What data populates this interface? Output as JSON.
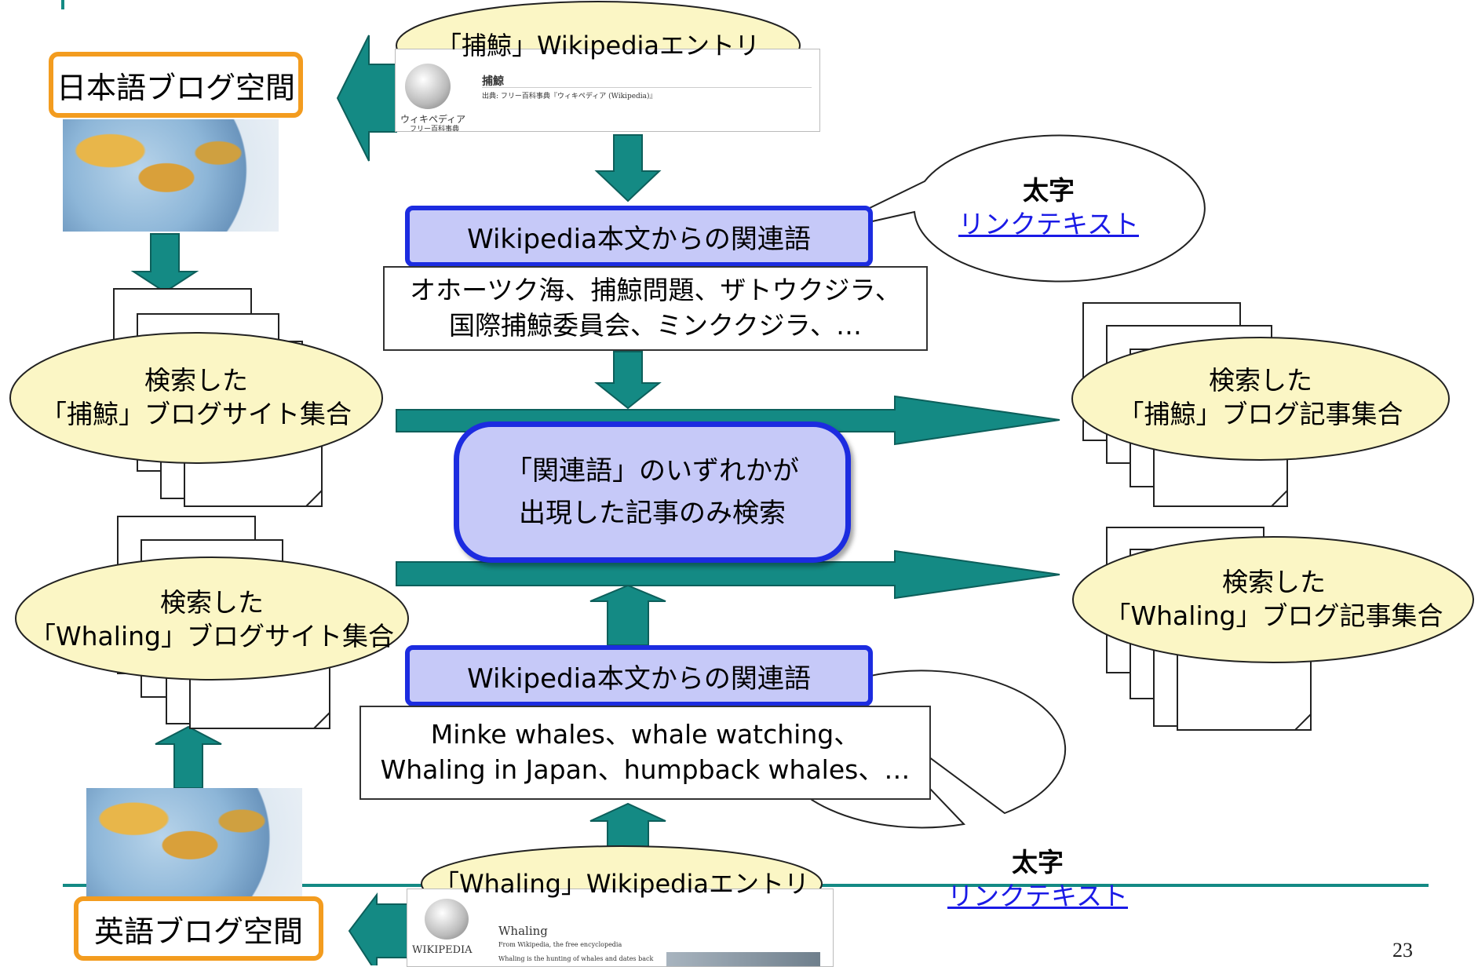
{
  "slide": {
    "page_number": "23"
  },
  "top": {
    "entry_label": "「捕鯨」Wikipediaエントリ",
    "space_label": "日本語ブログ空間",
    "wiki_title": "捕鯨",
    "wiki_source": "出典: フリー百科事典『ウィキペディア (Wikipedia)』",
    "wiki_logo_text": "ウィキペディア",
    "wiki_logo_sub": "フリー百科事典",
    "related_label": "Wikipedia本文からの関連語",
    "related_terms_line1": "オホーツク海、捕鯨問題、ザトウクジラ、",
    "related_terms_line2": "国際捕鯨委員会、ミンククジラ、…",
    "sites_label_line1": "検索した",
    "sites_label_line2": "「捕鯨」ブログサイト集合",
    "articles_label_line1": "検索した",
    "articles_label_line2": "「捕鯨」ブログ記事集合",
    "callout_bold": "太字",
    "callout_link": "リンクテキスト"
  },
  "center": {
    "line1": "「関連語」のいずれかが",
    "line2": "出現した記事のみ検索"
  },
  "bottom": {
    "entry_label": "「Whaling」Wikipediaエントリ",
    "space_label": "英語ブログ空間",
    "wiki_title": "Whaling",
    "wiki_sub": "From Wikipedia, the free encyclopedia",
    "wiki_body": "Whaling is the hunting of whales and dates back",
    "wiki_logo_text": "WIKIPEDIA",
    "related_label": "Wikipedia本文からの関連語",
    "related_terms_line1": "Minke whales、whale watching、",
    "related_terms_line2": "Whaling in Japan、humpback whales、…",
    "sites_label_line1": "検索した",
    "sites_label_line2": "「Whaling」ブログサイト集合",
    "articles_label_line1": "検索した",
    "articles_label_line2": "「Whaling」ブログ記事集合",
    "callout_bold": "太字",
    "callout_link": "リンクテキスト"
  },
  "colors": {
    "arrow_teal": "#148a84",
    "oval_fill": "#fbf6c5",
    "box_blue_border": "#1c2ce0",
    "box_blue_fill": "#c6c9f8",
    "orange_border": "#f39c1f",
    "link_blue": "#1a1ae6"
  }
}
